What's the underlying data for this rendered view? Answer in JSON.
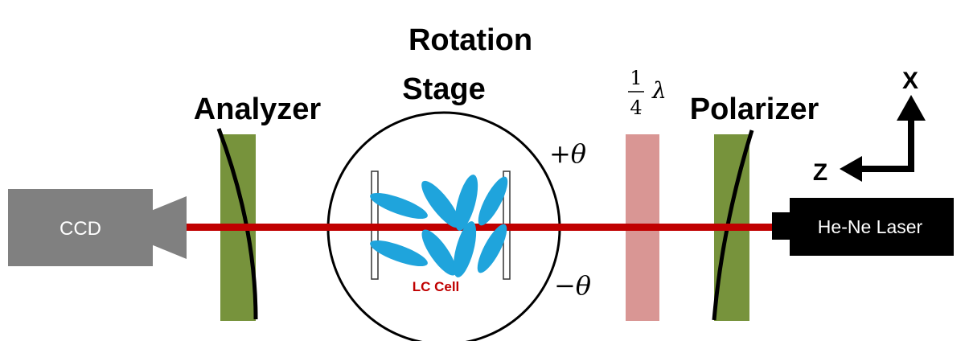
{
  "labels": {
    "rotation": "Rotation",
    "stage": "Stage",
    "analyzer": "Analyzer",
    "polarizer": "Polarizer",
    "ccd": "CCD",
    "laser": "He-Ne Laser",
    "lc_cell": "LC Cell",
    "plus_theta": "+θ",
    "minus_theta": "−θ",
    "wave_numerator": "1",
    "wave_denominator": "4",
    "wave_lambda": "λ",
    "axis_x": "X",
    "axis_z": "Z"
  },
  "colors": {
    "beam": "#c00000",
    "filter_green": "#77933c",
    "waveplate": "#d99694",
    "ccd_gray": "#808080",
    "laser_black": "#000000",
    "lc_molecule": "#1fa4dc",
    "lc_label": "#c00000"
  },
  "icons": {
    "coordinate_axes": "xz-axes-arrows-icon",
    "lc_molecules": "lc-molecule-ellipses-icon"
  }
}
